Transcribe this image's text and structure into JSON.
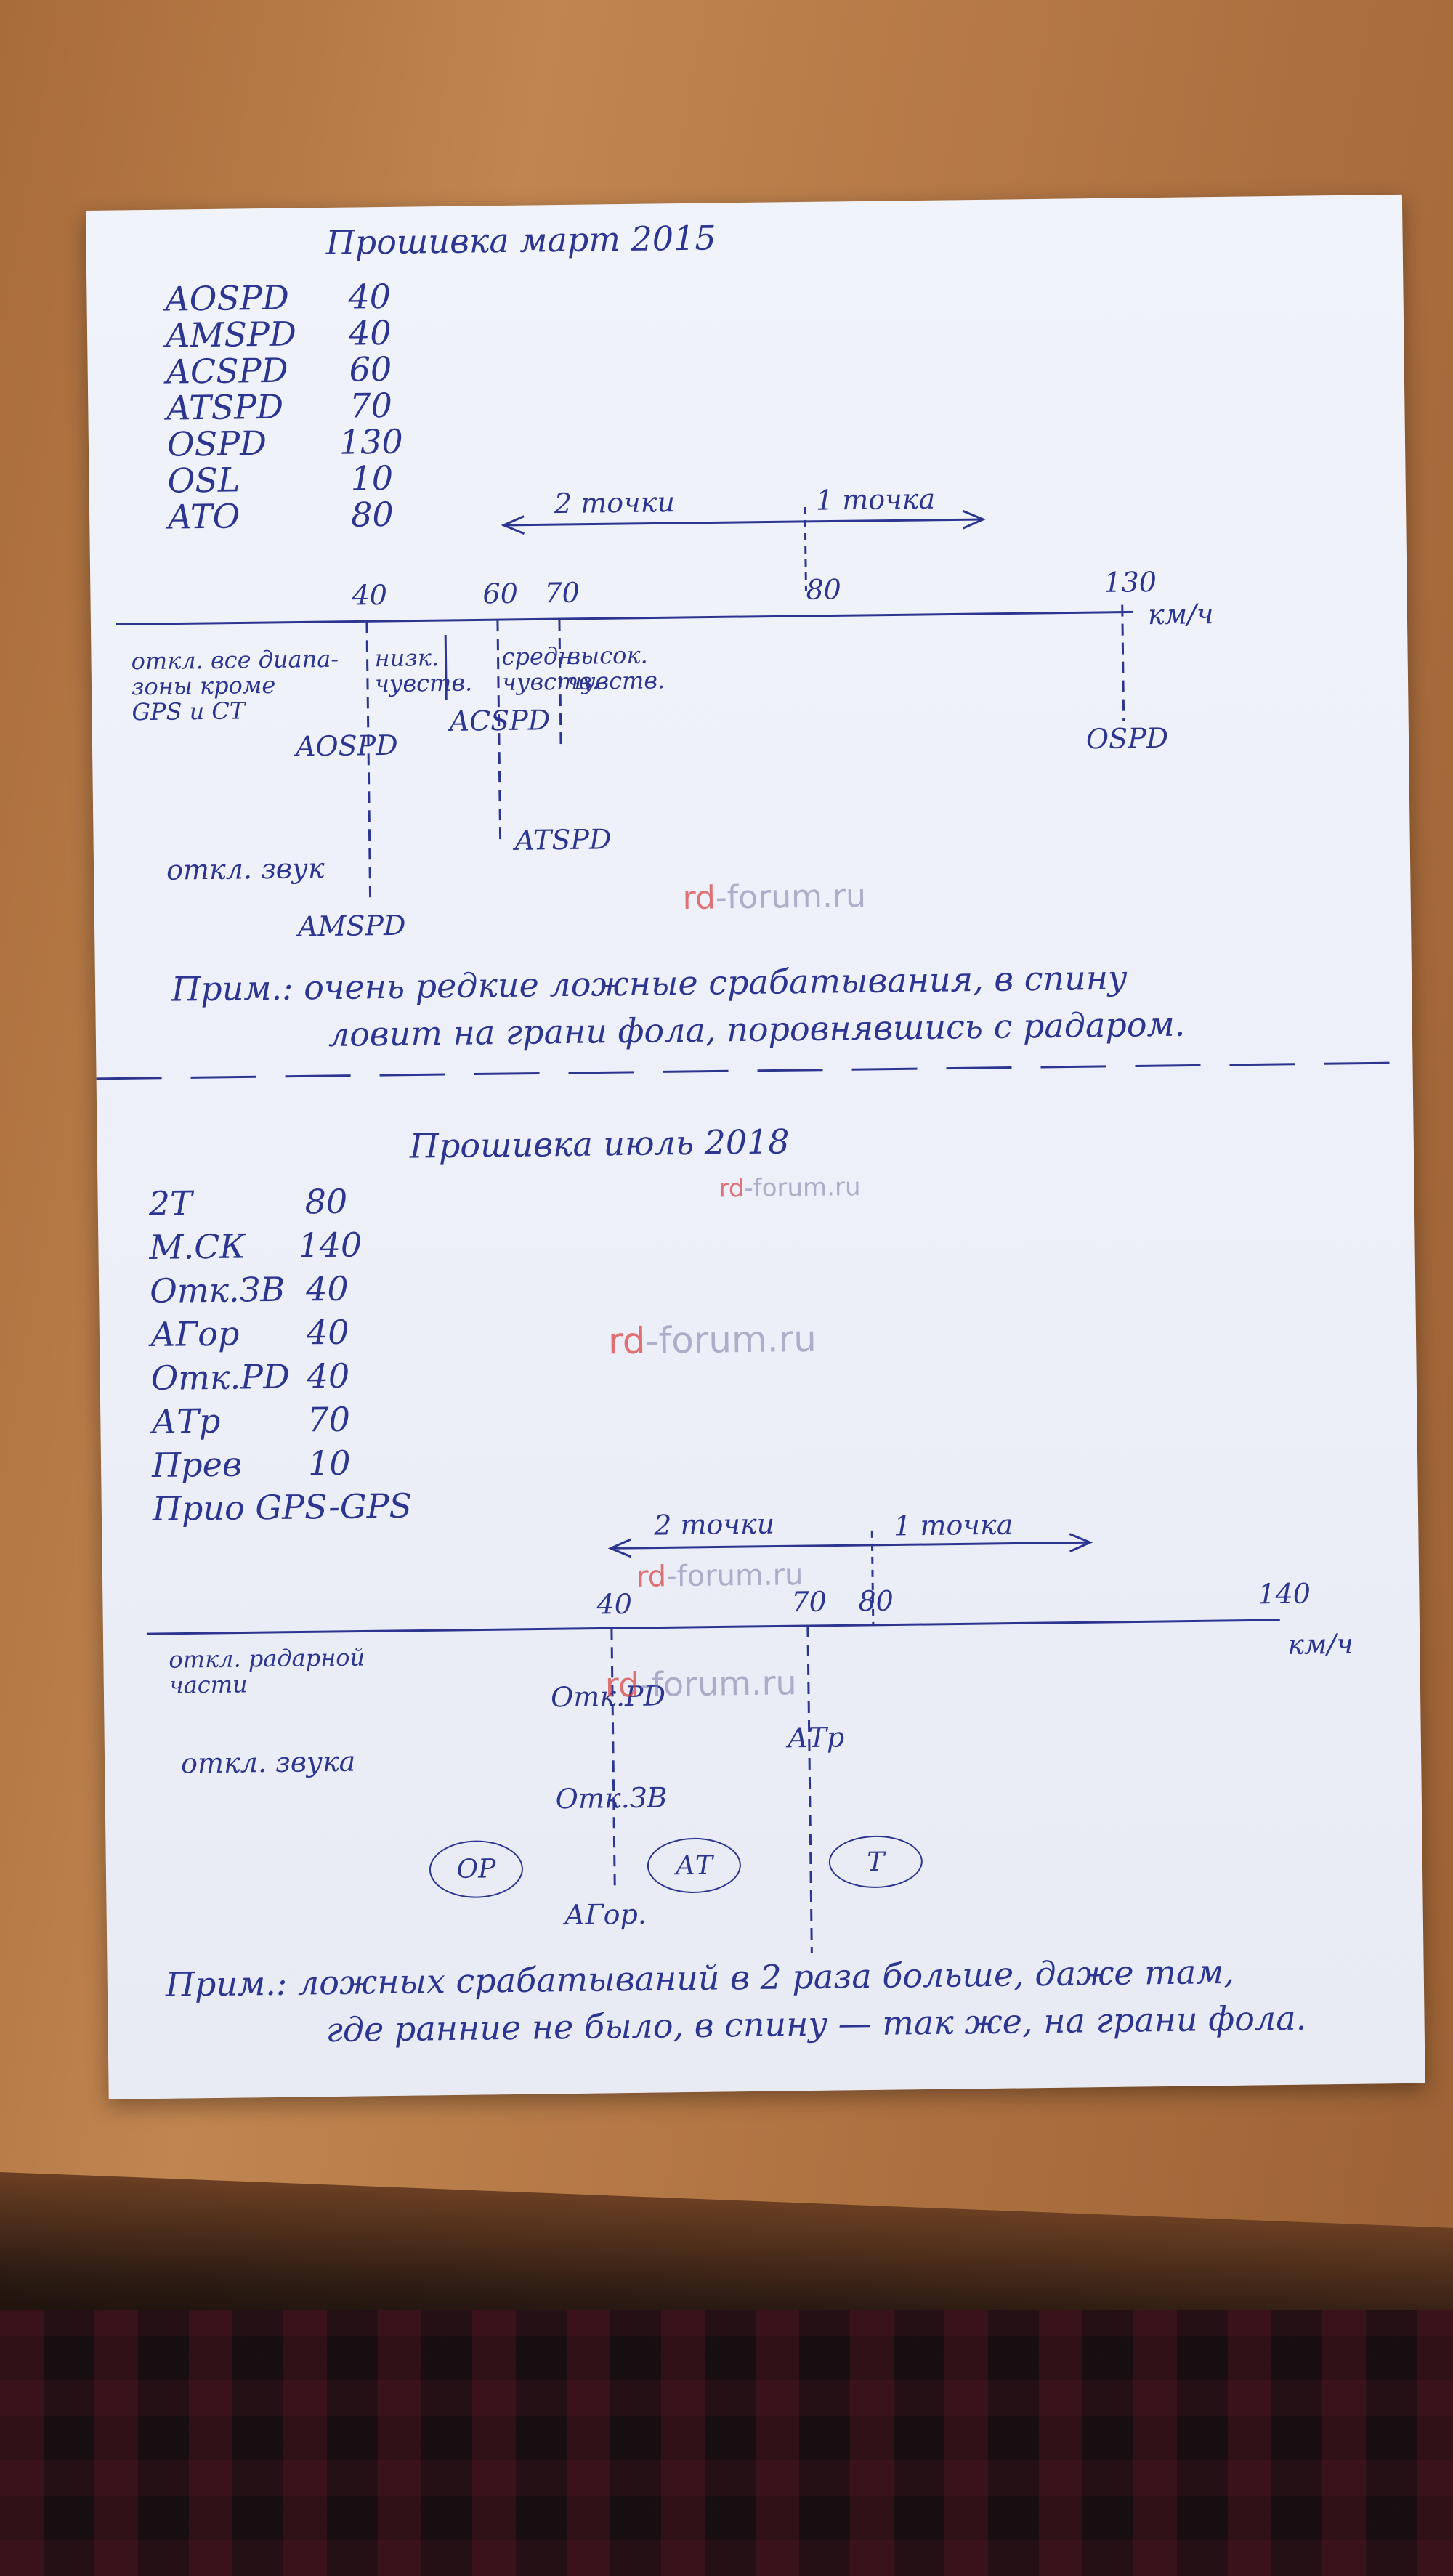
{
  "top": {
    "title": "Прошивка март 2015",
    "settings": [
      {
        "name": "AOSPD",
        "value": "40"
      },
      {
        "name": "AMSPD",
        "value": "40"
      },
      {
        "name": "ACSPD",
        "value": "60"
      },
      {
        "name": "ATSPD",
        "value": "70"
      },
      {
        "name": "OSPD",
        "value": "130"
      },
      {
        "name": "OSL",
        "value": "10"
      },
      {
        "name": "ATO",
        "value": "80"
      }
    ],
    "arrow_left": "2 точки",
    "arrow_right": "1 точка",
    "ticks": [
      "40",
      "60",
      "70",
      "80",
      "130"
    ],
    "unit": "км/ч",
    "label_1a": "откл. все диапа-",
    "label_1b": "зоны кроме",
    "label_1c": "GPS и СТ",
    "label_2a": "низк.",
    "label_2b": "чувств.",
    "label_3a": "средн.",
    "label_3b": "чувств.",
    "label_4a": "высок.",
    "label_4b": "чувств.",
    "aospd": "AOSPD",
    "acspd": "ACSPD",
    "atspd": "ATSPD",
    "ospd": "OSPD",
    "sound_off": "откл. звук",
    "amspd": "AMSPD",
    "note_line1": "Прим.: очень редкие ложные срабатывания, в спину",
    "note_line2": "ловит на грани фола, поровнявшись с радаром."
  },
  "bottom": {
    "title": "Прошивка июль 2018",
    "settings": [
      {
        "name": "2Т",
        "value": "80"
      },
      {
        "name": "М.СК",
        "value": "140"
      },
      {
        "name": "Отк.ЗВ",
        "value": "40"
      },
      {
        "name": "АГор",
        "value": "40"
      },
      {
        "name": "Отк.РD",
        "value": "40"
      },
      {
        "name": "АТр",
        "value": "70"
      },
      {
        "name": "Прев",
        "value": "10"
      },
      {
        "name": "Прио GPS-GPS",
        "value": ""
      }
    ],
    "arrow_left": "2 точки",
    "arrow_right": "1 точка",
    "ticks": [
      "40",
      "70",
      "80",
      "140"
    ],
    "unit": "км/ч",
    "radar_off_a": "откл. радарной",
    "radar_off_b": "части",
    "otk_pd": "Отк.РD",
    "sound_off": "откл. звука",
    "otk_zv": "Отк.ЗВ",
    "atr": "АТр",
    "agor": "АГор.",
    "oval_op": "ОР",
    "oval_at": "АТ",
    "oval_t": "Т",
    "note_line1": "Прим.: ложных срабатываний в 2 раза больше, даже там,",
    "note_line2": "где ранние не было, в спину — так же, на грани фола."
  },
  "watermark": {
    "red": "rd",
    "rest": "-forum.ru"
  },
  "colors": {
    "ink": "#2c3590",
    "paper": "#eef0f9",
    "table": "#b27544"
  }
}
